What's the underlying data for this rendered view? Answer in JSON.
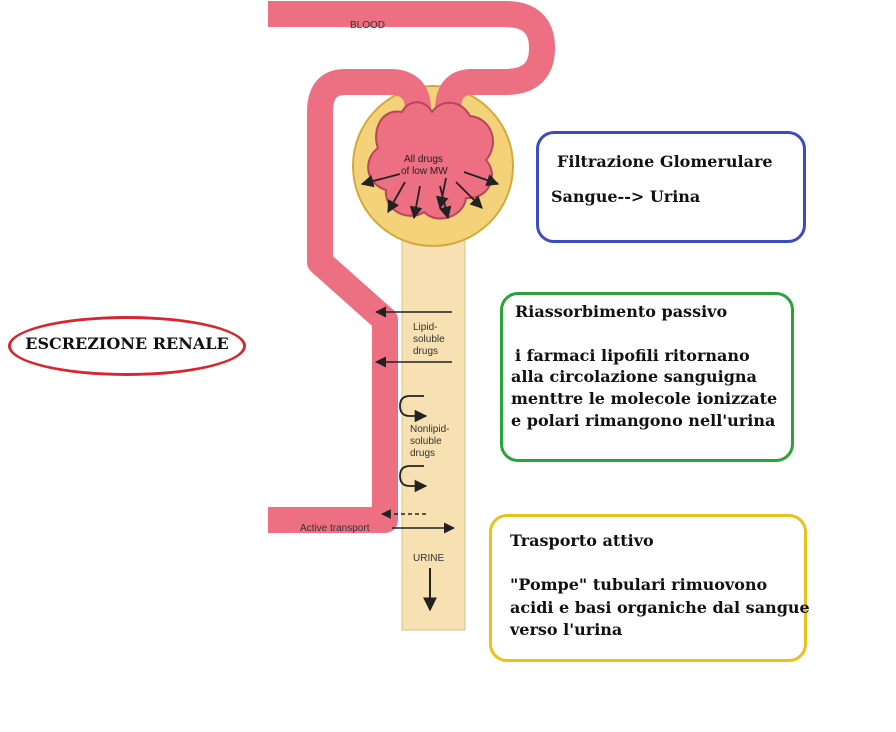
{
  "title": "ESCREZIONE RENALE",
  "diagram_labels": {
    "blood": "BLOOD",
    "low_mw_line1": "All drugs",
    "low_mw_line2": "of low MW",
    "lipid_line1": "Lipid-",
    "lipid_line2": "soluble",
    "lipid_line3": "drugs",
    "nonlipid_line1": "Nonlipid-",
    "nonlipid_line2": "soluble",
    "nonlipid_line3": "drugs",
    "active_transport": "Active transport",
    "urine": "URINE"
  },
  "boxes": {
    "glomerular": {
      "title": "Filtrazione Glomerulare",
      "lines": [
        "Sangue--> Urina"
      ]
    },
    "passive": {
      "title": "Riassorbimento passivo",
      "lines": [
        "i farmaci lipofili ritornano",
        "alla circolazione sanguigna",
        "menttre le molecole ionizzate",
        " e polari rimangono nell'urina"
      ]
    },
    "active": {
      "title": "Trasporto attivo",
      "lines": [
        "\"Pompe\" tubulari rimuovono",
        "acidi e basi organiche dal sangue",
        "verso l'urina"
      ]
    }
  },
  "colors": {
    "blood": "#ec6f82",
    "blood_dark": "#b8465a",
    "capsule": "#f4d27a",
    "tubule": "#f7e0b2",
    "glomerular_border": "#3d4bc0",
    "passive_border": "#2aa43a",
    "active_border": "#e8c21a",
    "title_border": "#d8262e"
  }
}
